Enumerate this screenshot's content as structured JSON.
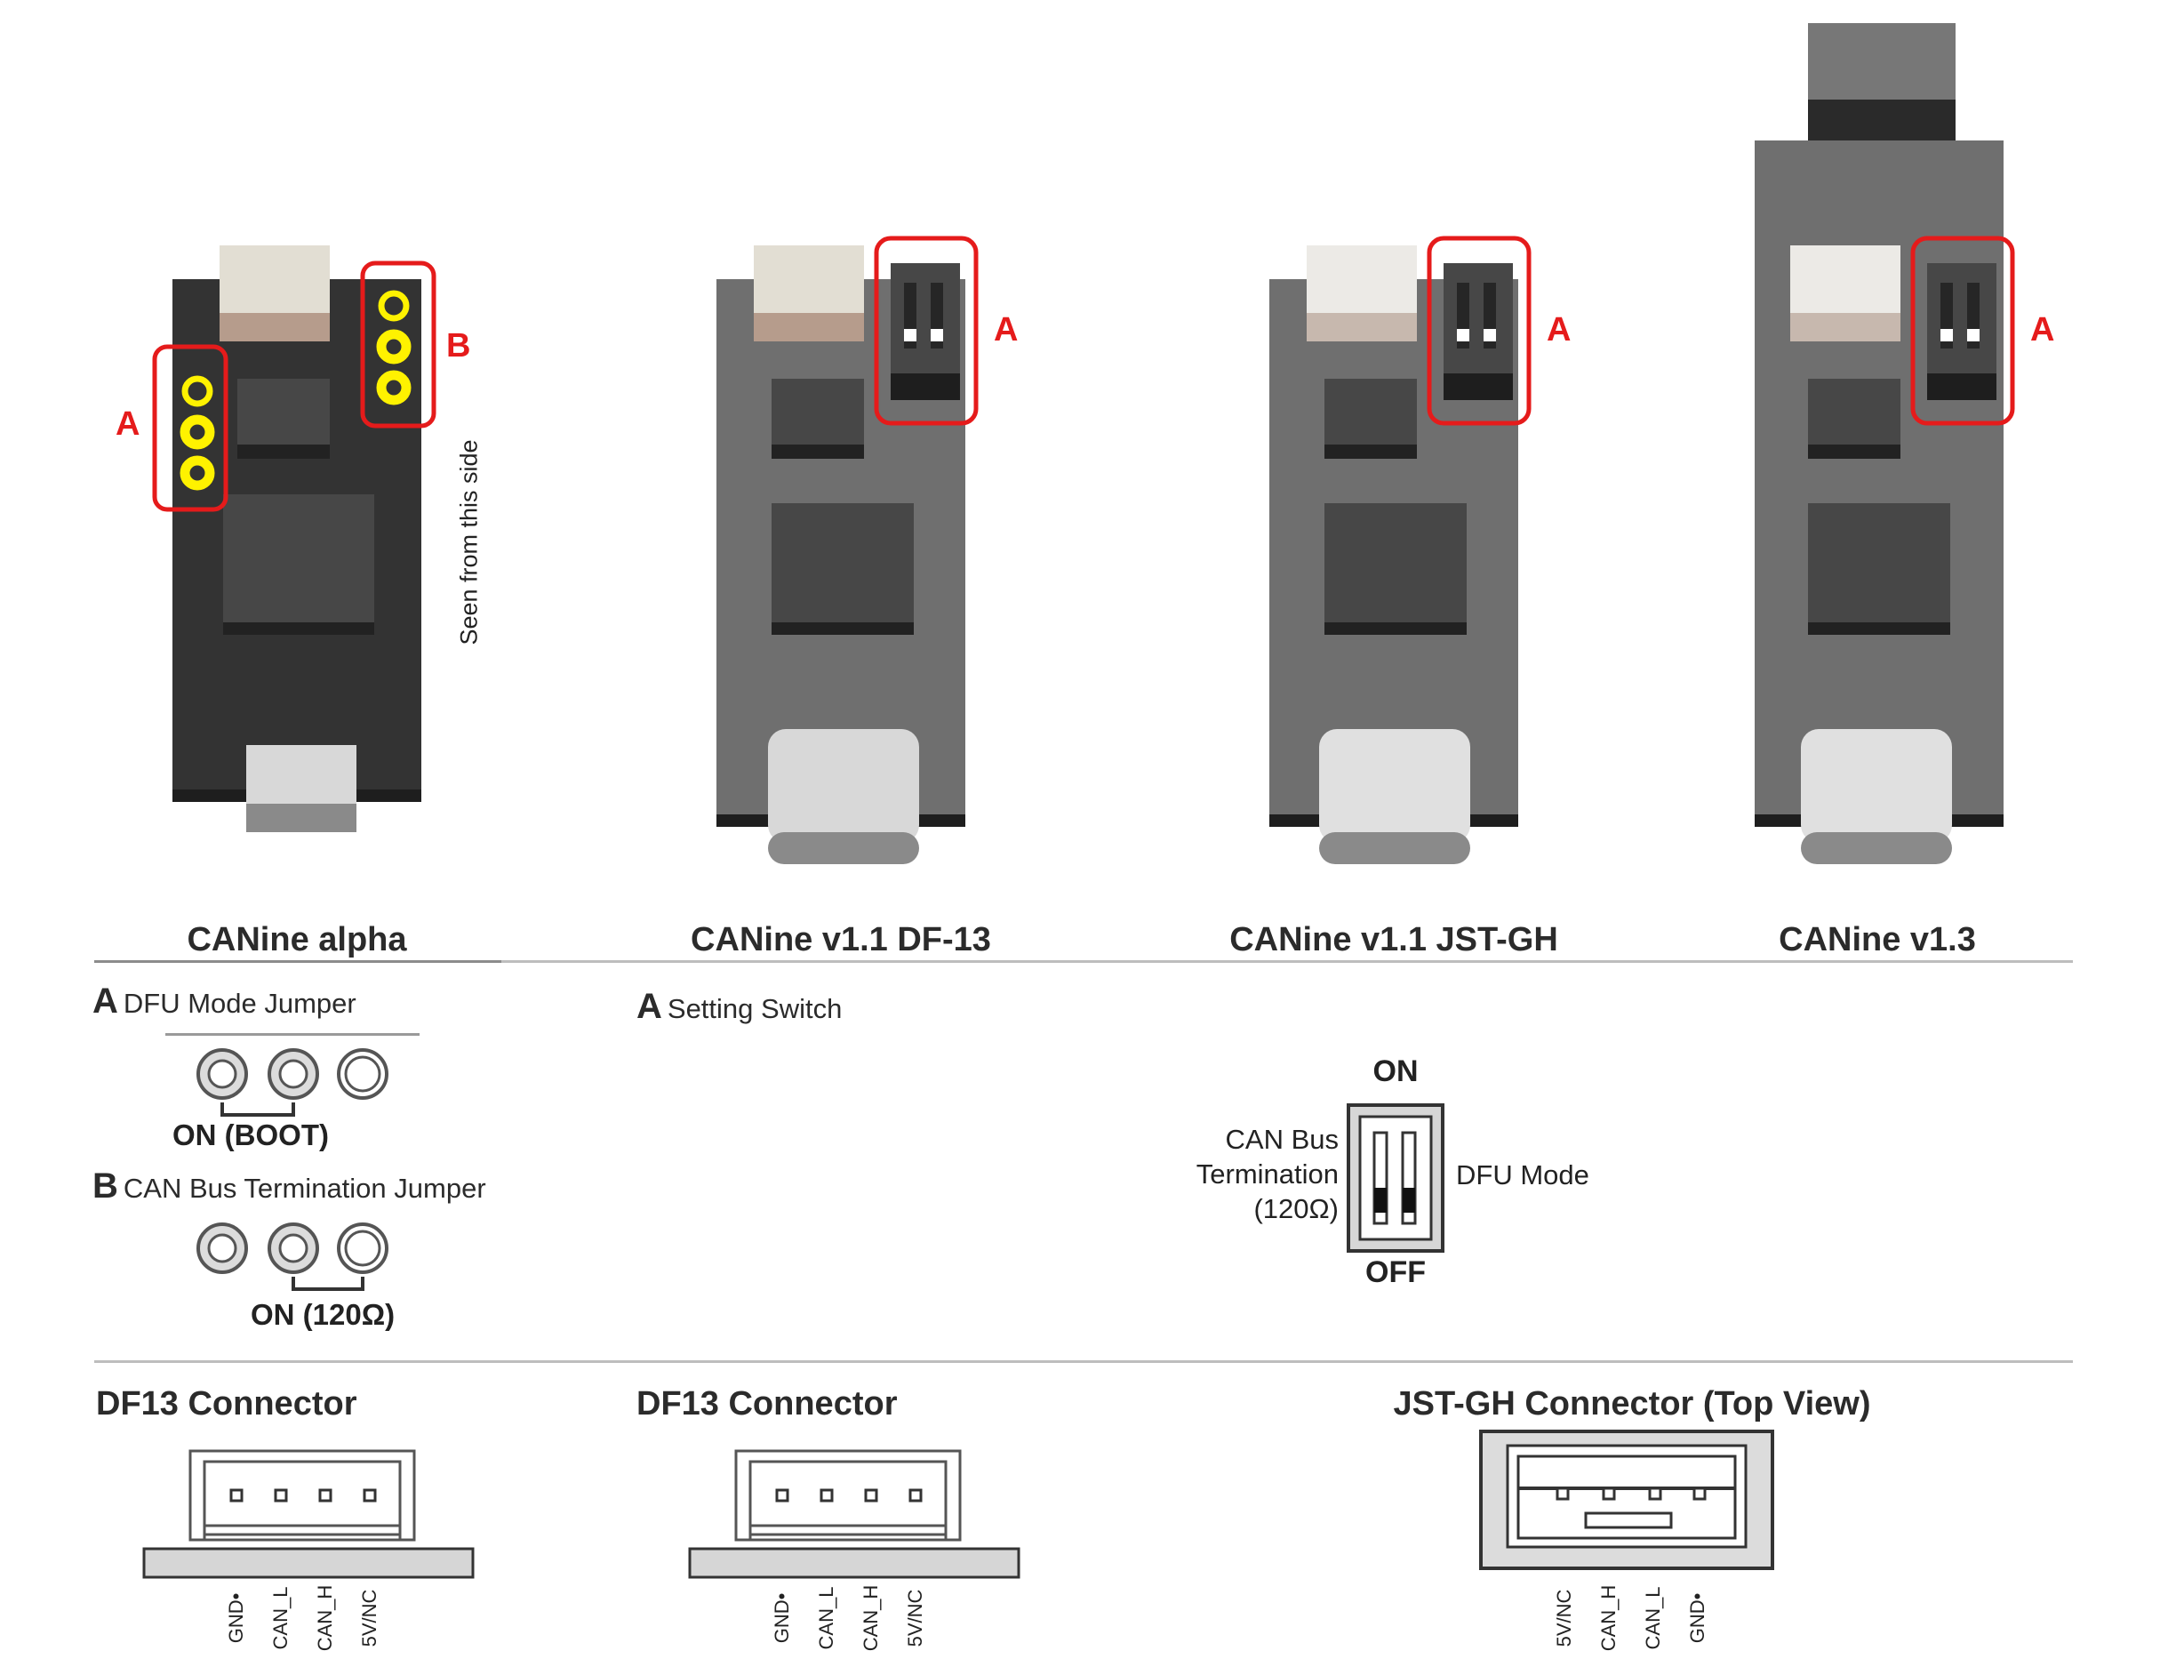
{
  "boards": [
    {
      "name": "CANine alpha"
    },
    {
      "name": "CANine v1.1 DF-13"
    },
    {
      "name": "CANine v1.1 JST-GH"
    },
    {
      "name": "CANine v1.3"
    }
  ],
  "callouts": {
    "a": "A",
    "b": "B"
  },
  "side_note": "Seen from this side",
  "legend": {
    "a_letter": "A",
    "a_label": "DFU Mode Jumper",
    "a_on": "ON (BOOT)",
    "b_letter": "B",
    "b_label": "CAN Bus Termination Jumper",
    "b_on": "ON (120Ω)",
    "switch_letter": "A",
    "switch_label": "Setting Switch",
    "switch_on": "ON",
    "switch_off": "OFF",
    "switch_left_lines": [
      "CAN Bus",
      "Termination",
      "(120Ω)"
    ],
    "switch_right": "DFU Mode"
  },
  "connectors": [
    {
      "title": "DF13 Connector",
      "pins": [
        "GND•",
        "CAN_L",
        "CAN_H",
        "5V/NC"
      ]
    },
    {
      "title": "DF13 Connector",
      "pins": [
        "GND•",
        "CAN_L",
        "CAN_H",
        "5V/NC"
      ]
    },
    {
      "title": "JST-GH Connector (Top View)",
      "pins": [
        "5V/NC",
        "CAN_H",
        "CAN_L",
        "GND•"
      ]
    }
  ],
  "colors": {
    "alpha_board": "#333333",
    "v11_board": "#6f6f6f",
    "v13_board": "#6f6f6f",
    "highlight": "#e51b1b",
    "jumper_pin": "#fff200",
    "chip": "#474747",
    "chip_shadow": "#262626"
  }
}
